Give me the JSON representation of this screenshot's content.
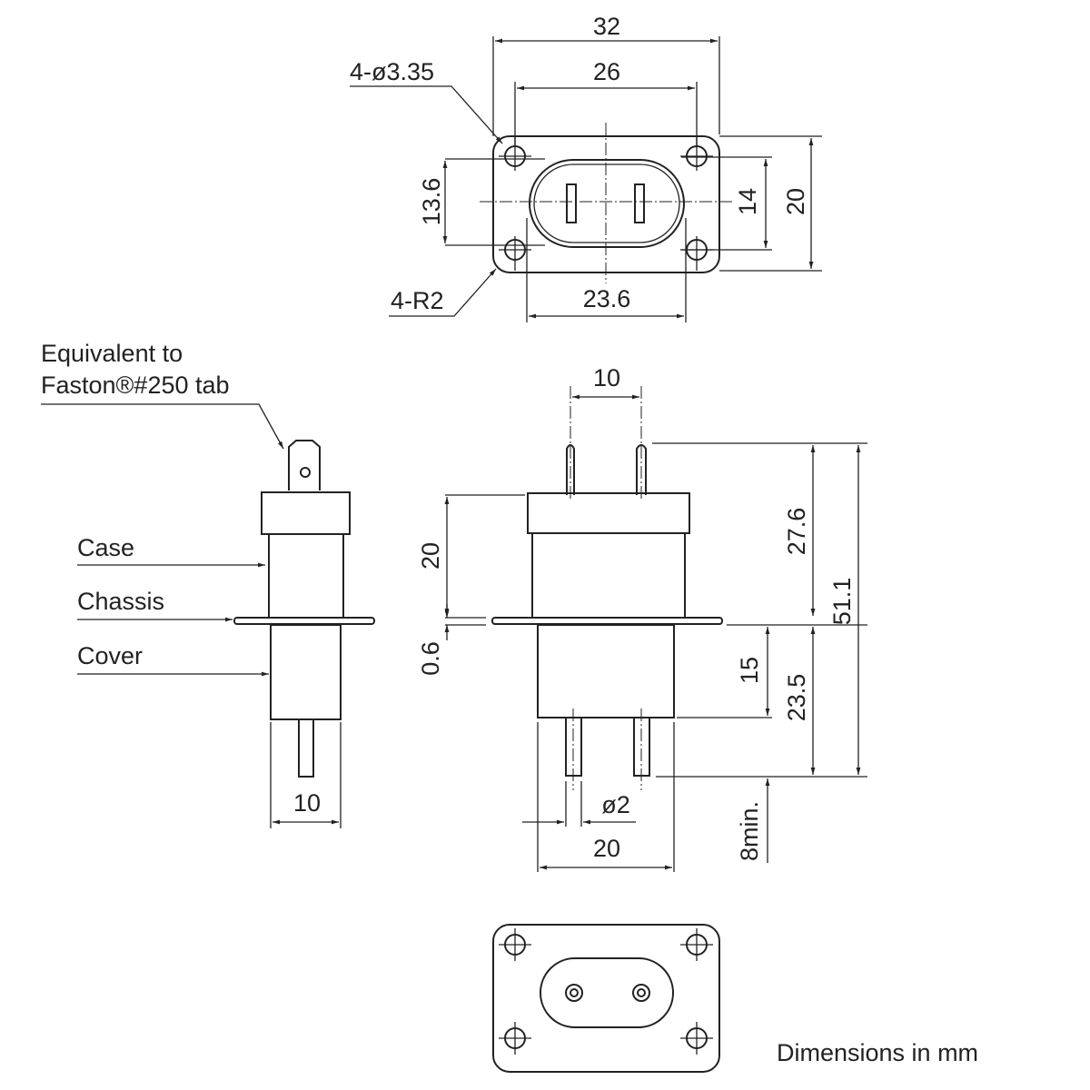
{
  "top_view": {
    "dim_overall_width": "32",
    "dim_hole_pitch_x": "26",
    "dim_hole_pitch_y": "13.6",
    "dim_oval_height": "14",
    "dim_overall_height": "20",
    "dim_oval_width": "23.6",
    "hole_callout": "4-ø3.35",
    "radius_callout": "4-R2"
  },
  "side_view": {
    "tab_note_line1": "Equivalent to",
    "tab_note_line2": "Faston®#250 tab",
    "label_case": "Case",
    "label_chassis": "Chassis",
    "label_cover": "Cover",
    "dim_width": "10"
  },
  "front_view": {
    "dim_pin_pitch": "10",
    "dim_case_height": "20",
    "dim_chassis_thickness": "0.6",
    "dim_upper_length": "27.6",
    "dim_total_length": "51.1",
    "dim_cover_height": "15",
    "dim_lower_length": "23.5",
    "dim_pin_min": "8min.",
    "dim_pin_diameter": "ø2",
    "dim_cover_width": "20"
  },
  "footer": {
    "units_note": "Dimensions in mm"
  }
}
